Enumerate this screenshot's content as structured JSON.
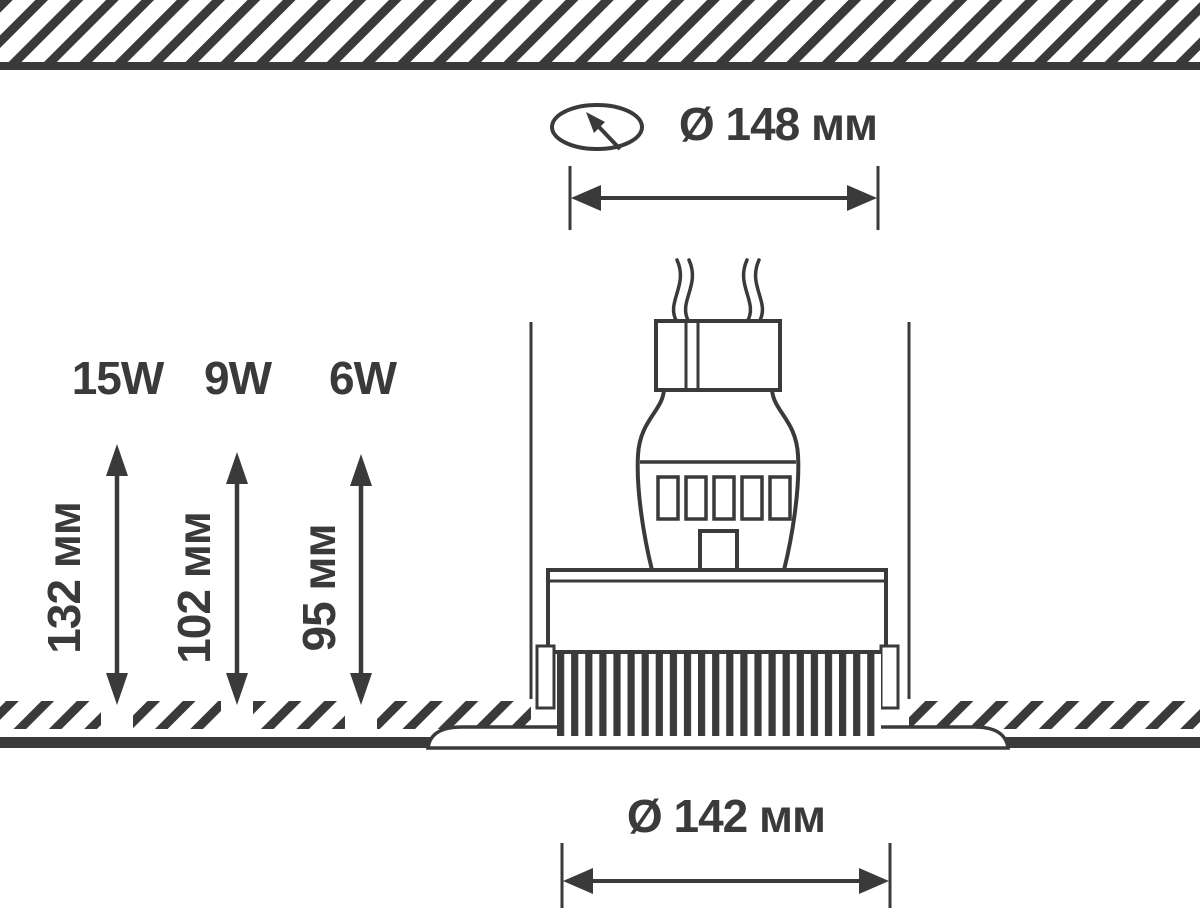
{
  "diagram": {
    "background_color": "#ffffff",
    "line_color": "#3a3a3a",
    "top_diameter_label": "Ø 148 мм",
    "bottom_diameter_label": "Ø 142 мм",
    "depth_dimensions": [
      {
        "wattage_label": "15W",
        "depth_label": "132 мм"
      },
      {
        "wattage_label": "9W",
        "depth_label": "102 мм"
      },
      {
        "wattage_label": "6W",
        "depth_label": "95 мм"
      }
    ],
    "icons": {
      "rotate": "rotate-adjust-icon"
    }
  }
}
